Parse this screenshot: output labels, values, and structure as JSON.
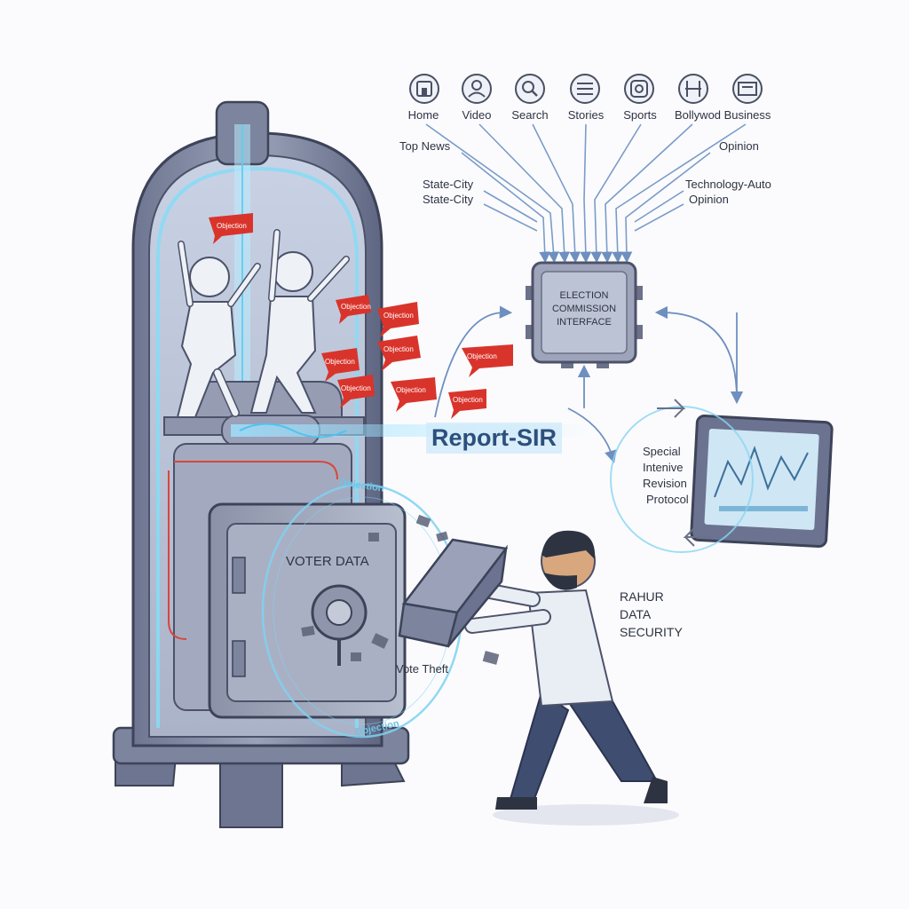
{
  "nav": {
    "home": "Home",
    "video": "Video",
    "search": "Search",
    "stories": "Stories",
    "sports": "Sports",
    "bollywood_business": "Bollywod Business"
  },
  "categories": {
    "top_news": "Top News",
    "state_city_1": "State-City",
    "state_city_2": "State-City",
    "opinion_1": "Opinion",
    "technology_auto": "Technology-Auto",
    "opinion_2": "Opinion"
  },
  "interface_box": {
    "line1": "ELECTION",
    "line2": "COMMISSION",
    "line3": "INTERFACE"
  },
  "report_label": "Report-SIR",
  "protocol": {
    "line1": "Special",
    "line2": "Intenive",
    "line3": "Revision",
    "line4": "Protocol"
  },
  "vault_label": "VOTER DATA",
  "vote_theft_label": "Vote Theft",
  "person_label": {
    "line1": "RAHUR",
    "line2": "DATA",
    "line3": "SECURITY"
  },
  "bubbles": {
    "b1": "Objection",
    "b2": "Objection",
    "b3": "Objection",
    "b4": "Objection",
    "b5": "Objection",
    "b6": "Objection",
    "b7": "Objection",
    "b8": "Objection",
    "b9": "Objection"
  },
  "shield_arc_top": "Objection",
  "shield_arc_bottom": "Objection",
  "colors": {
    "machine": "#7d849e",
    "machine_dark": "#4f566e",
    "glow": "#7fd3f2",
    "bubble": "#d9342b",
    "arrow": "#6e8fc0",
    "shirt": "#e9eef5",
    "pants": "#3f4d70"
  }
}
